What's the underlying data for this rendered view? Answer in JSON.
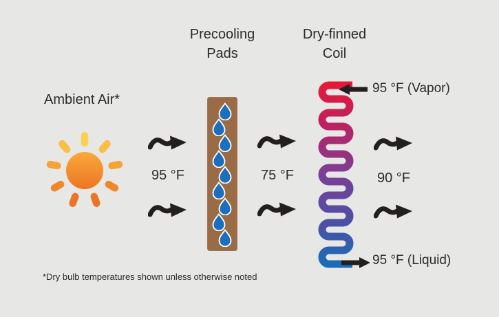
{
  "diagram": {
    "title_precooling": "Precooling\nPads",
    "title_dry_finned": "Dry-finned\nCoil",
    "ambient_label": "Ambient Air*",
    "temp_ambient": "95 °F",
    "temp_after_pads": "75 °F",
    "temp_after_coil": "90 °F",
    "coil_inlet": "95 °F (Vapor)",
    "coil_outlet": "95 °F (Liquid)",
    "footnote": "*Dry bulb temperatures shown unless otherwise noted"
  },
  "icons": {
    "sun": "sun-icon",
    "water_droplet": "water-droplet-icon",
    "air_flow": "wavy-arrow-icon",
    "coil_inlet": "arrow-left-icon",
    "coil_outlet": "arrow-right-icon"
  },
  "colors": {
    "background": "#e7e7e5",
    "text": "#2d2a2b",
    "arrow_black": "#231f20",
    "pad_brown": "#9a6b45",
    "pad_brown_edge": "#7e5737",
    "droplet_blue": "#1b6fbc",
    "coil_red": "#e51937",
    "coil_crimson": "#bb2260",
    "coil_purple": "#7b3e98",
    "coil_violet": "#4a51a5",
    "coil_blue": "#1b6cb8",
    "sun_top": "#f9a93c",
    "sun_bottom": "#ee7523",
    "sun_ray_light": "#fcd050",
    "sun_ray_gold": "#fbbf45",
    "sun_ray_mid": "#f6a234",
    "sun_ray_orange": "#f0882b",
    "sun_ray_deep": "#ec7424"
  }
}
